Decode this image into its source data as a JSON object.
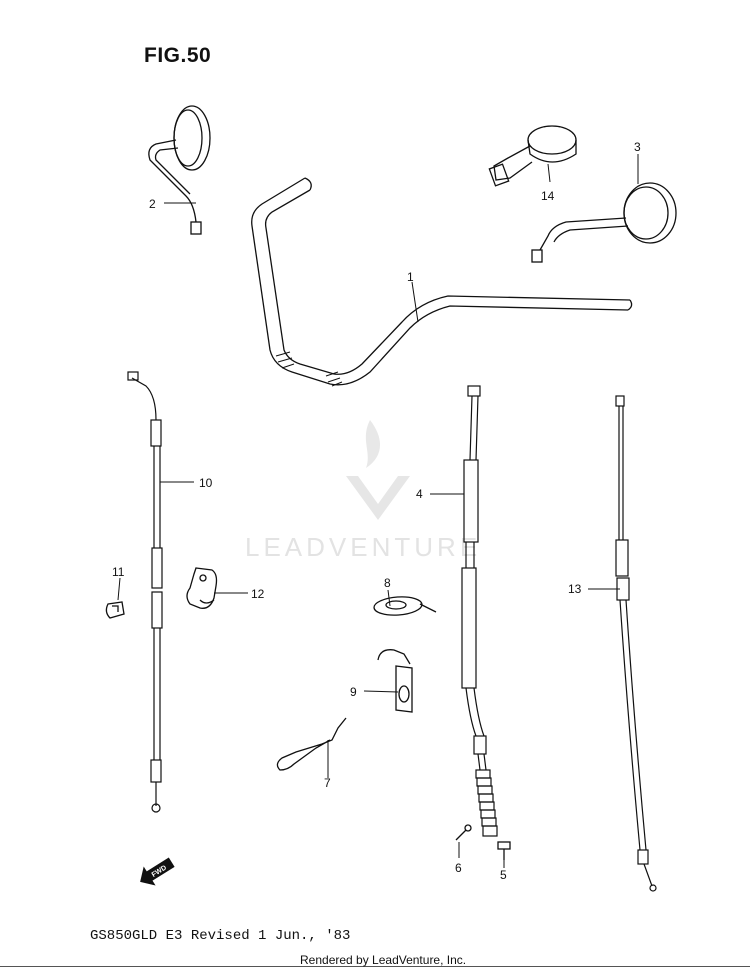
{
  "figure": {
    "title": "FIG.50"
  },
  "callouts": [
    "1",
    "2",
    "3",
    "4",
    "5",
    "6",
    "7",
    "8",
    "9",
    "10",
    "11",
    "12",
    "13",
    "14"
  ],
  "watermark": {
    "text": "LEADVENTURE"
  },
  "fwd_label": "FWD",
  "footer": {
    "model": "GS850GLD E3 Revised 1 Jun., '83",
    "rendered": "Rendered by LeadVenture, Inc."
  }
}
